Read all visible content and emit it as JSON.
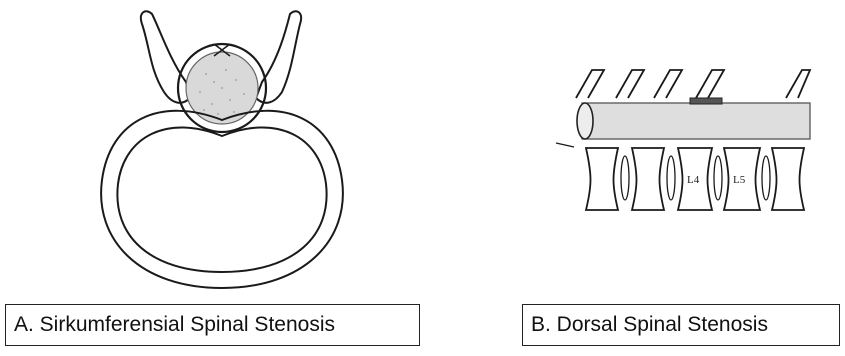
{
  "panel_a": {
    "caption": "A. Sirkumferensial Spinal Stenosis"
  },
  "panel_b": {
    "caption": "B. Dorsal Spinal Stenosis",
    "vertebra_labels": [
      "L4",
      "L5"
    ]
  }
}
